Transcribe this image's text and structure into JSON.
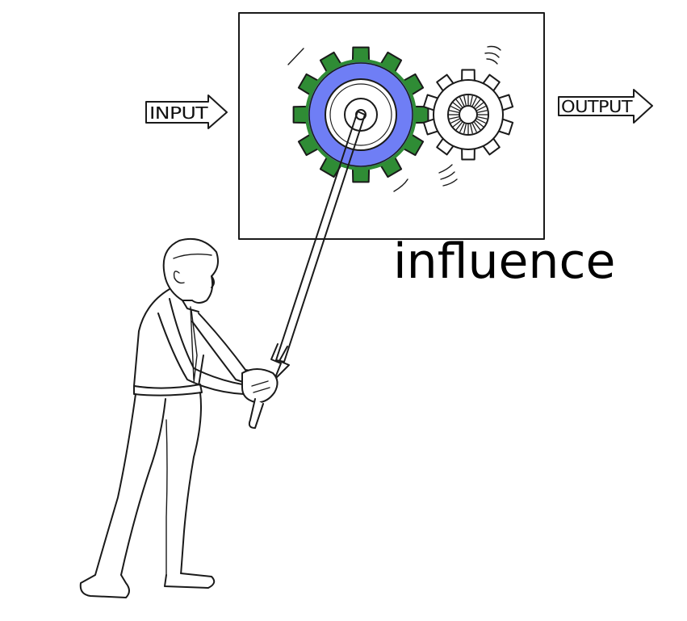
{
  "labels": {
    "input": "INPUT",
    "output": "OUTPUT",
    "caption": "influence"
  },
  "colors": {
    "gear_fill": "#6f7ef5",
    "gear_teeth": "#2f8c35",
    "ink": "#1a1a1a",
    "background": "#ffffff"
  },
  "icons": [
    "input-arrow-icon",
    "output-arrow-icon",
    "driving-gear-icon",
    "driven-gear-icon",
    "lever-icon",
    "person-figure"
  ]
}
